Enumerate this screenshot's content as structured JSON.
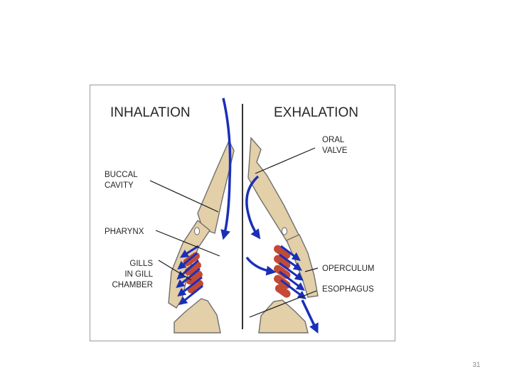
{
  "diagram": {
    "titles": {
      "inhalation": "INHALATION",
      "exhalation": "EXHALATION"
    },
    "labels": {
      "oral_valve": [
        "ORAL",
        "VALVE"
      ],
      "buccal_cavity": [
        "BUCCAL",
        "CAVITY"
      ],
      "pharynx": "PHARYNX",
      "gills": [
        "GILLS",
        "IN GILL",
        "CHAMBER"
      ],
      "operculum": "OPERCULUM",
      "esophagus": "ESOPHAGUS"
    },
    "colors": {
      "tissue": "#e3cfa8",
      "outline": "#6f6f6f",
      "gill": "#c24a36",
      "flow_arrow": "#1a2fb8",
      "leader_line": "#1a1a1a",
      "divider": "#333333"
    }
  },
  "footer": {
    "page_number": "31"
  }
}
